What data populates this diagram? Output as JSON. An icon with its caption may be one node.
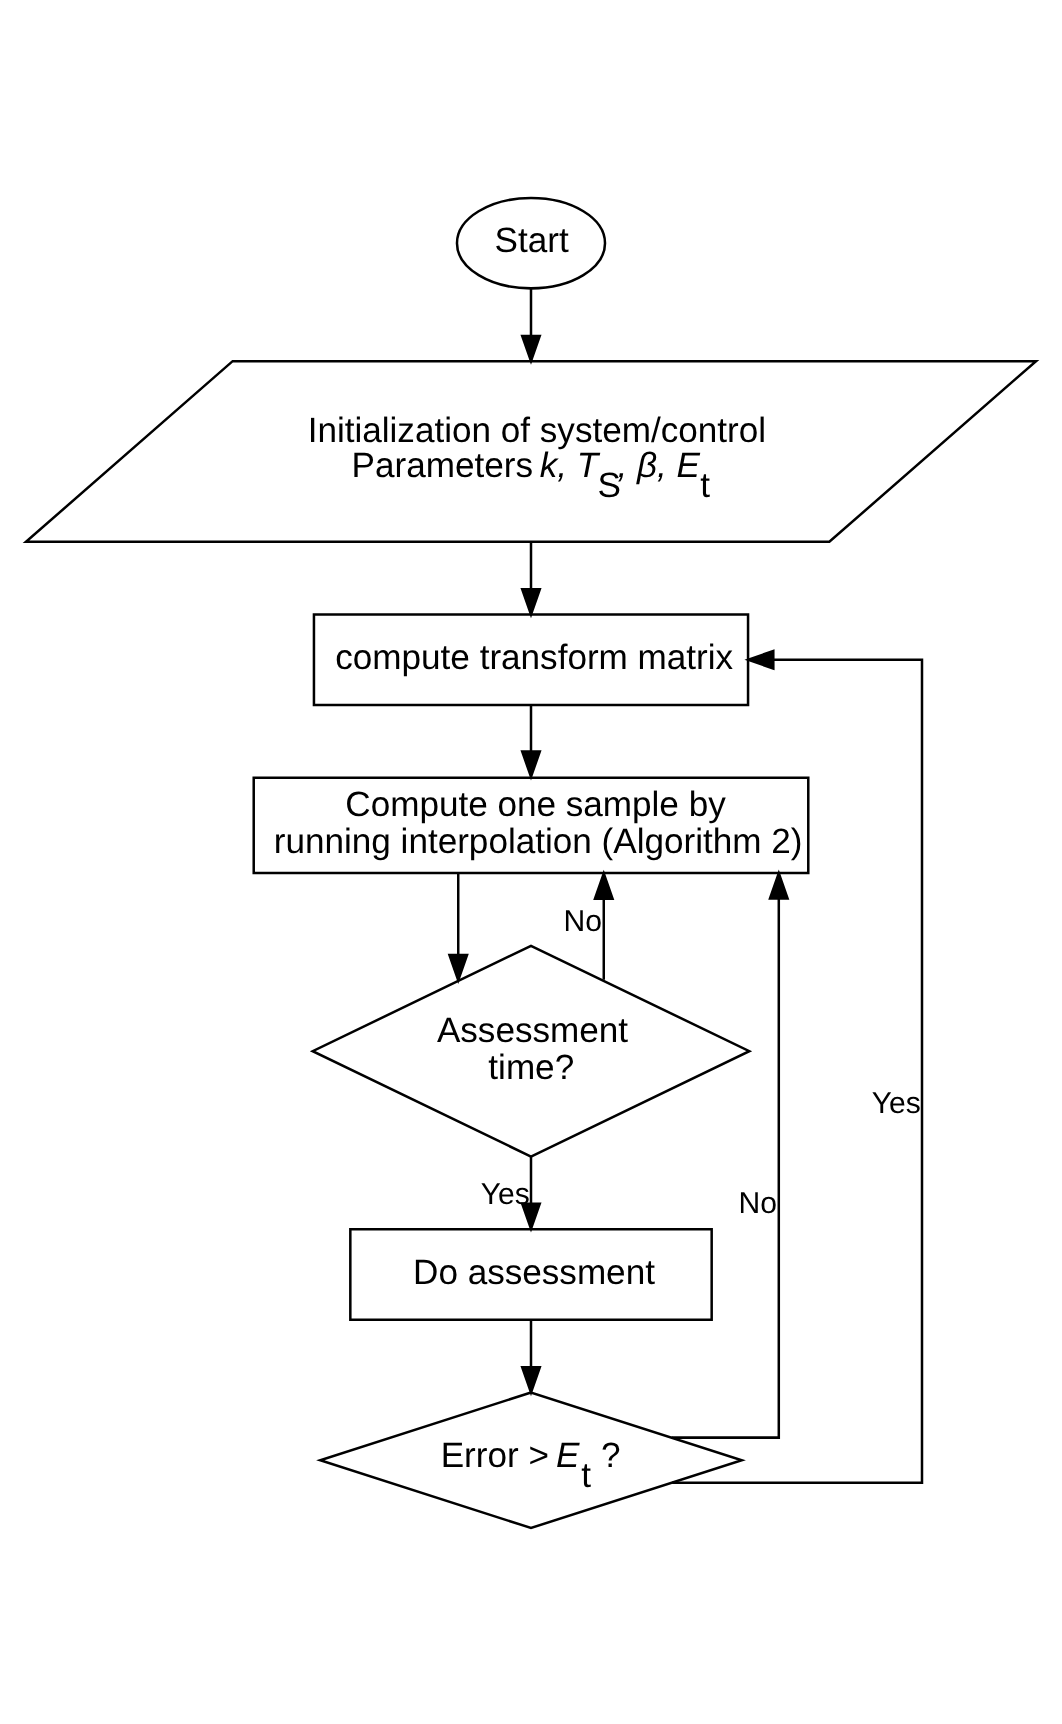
{
  "diagram": {
    "nodes": [
      {
        "text": [
          "Start"
        ]
      },
      {
        "text": [
          "Initialization of system/control Parameters *k, T*$_{S}$*, β, E*$_{t}$"
        ]
      },
      {
        "text": [
          "compute transform matrix"
        ]
      },
      {
        "text": [
          "Compute one sample by running interpolation (Algorithm 2)"
        ]
      },
      {
        "text": [
          "Assessment time?"
        ]
      },
      {
        "text": [
          "Do assessment"
        ]
      },
      {
        "text": [
          "Error > *E*$_{t}$ ?"
        ]
      }
    ],
    "edges": [
      {
        "from": 0,
        "to": 1,
        "arrow": "to"
      },
      {
        "from": 1,
        "to": 2,
        "arrow": "to"
      },
      {
        "from": 2,
        "to": 3,
        "arrow": "to"
      },
      {
        "from": 3,
        "to": 4,
        "arrow": "to"
      },
      {
        "from": 4,
        "to": 3,
        "arrow": "to",
        "label": "No"
      },
      {
        "from": 4,
        "to": 5,
        "arrow": "to",
        "label": "Yes"
      },
      {
        "from": 5,
        "to": 6,
        "arrow": "to"
      },
      {
        "from": 6,
        "to": 3,
        "arrow": "to",
        "label": "No"
      },
      {
        "from": 6,
        "to": 2,
        "arrow": "to",
        "label": "Yes"
      }
    ]
  }
}
